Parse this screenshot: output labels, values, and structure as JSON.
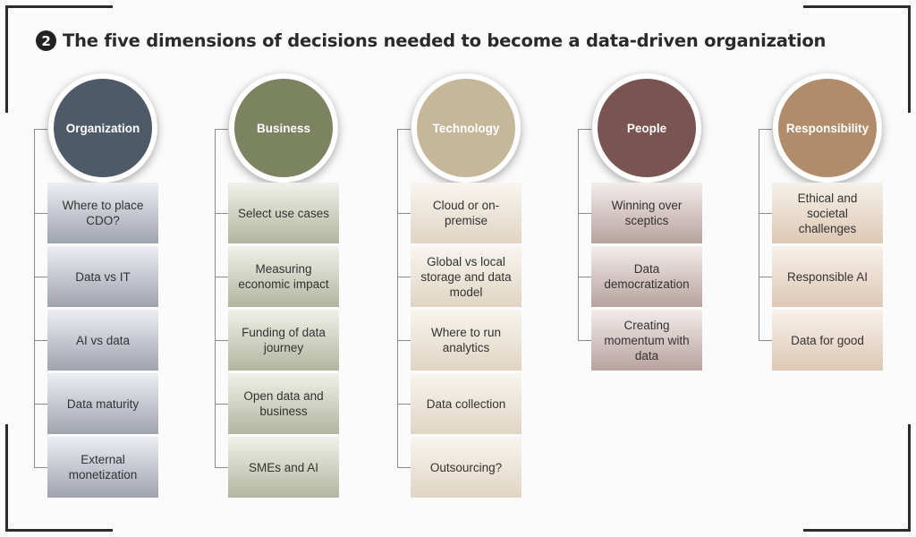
{
  "title": {
    "badge": "2",
    "text": "The five dimensions of decisions needed to become a data-driven organization"
  },
  "columns": [
    {
      "name": "Organization",
      "color": "#4e5a68",
      "box_gradient": [
        "#eceef3",
        "#9fa3af"
      ],
      "items": [
        "Where to place CDO?",
        "Data vs IT",
        "AI vs data",
        "Data maturity",
        "External monetization"
      ]
    },
    {
      "name": "Business",
      "color": "#7c8361",
      "box_gradient": [
        "#f0f1ea",
        "#b2b59e"
      ],
      "items": [
        "Select use cases",
        "Measuring economic impact",
        "Funding of data journey",
        "Open data and business",
        "SMEs and AI"
      ]
    },
    {
      "name": "Technology",
      "color": "#c7b79a",
      "box_gradient": [
        "#f8f5ef",
        "#e0d5c3"
      ],
      "items": [
        "Cloud or on-premise",
        "Global vs local storage and data model",
        "Where to run analytics",
        "Data collection",
        "Outsourcing?"
      ]
    },
    {
      "name": "People",
      "color": "#7a5450",
      "box_gradient": [
        "#f3eceb",
        "#b7a29e"
      ],
      "items": [
        "Winning over sceptics",
        "Data democratization",
        "Creating momentum with data"
      ]
    },
    {
      "name": "Responsibility",
      "color": "#b18c6a",
      "box_gradient": [
        "#f7f1ea",
        "#ddc8b4"
      ],
      "items": [
        "Ethical and societal challenges",
        "Responsible AI",
        "Data for good"
      ]
    }
  ]
}
